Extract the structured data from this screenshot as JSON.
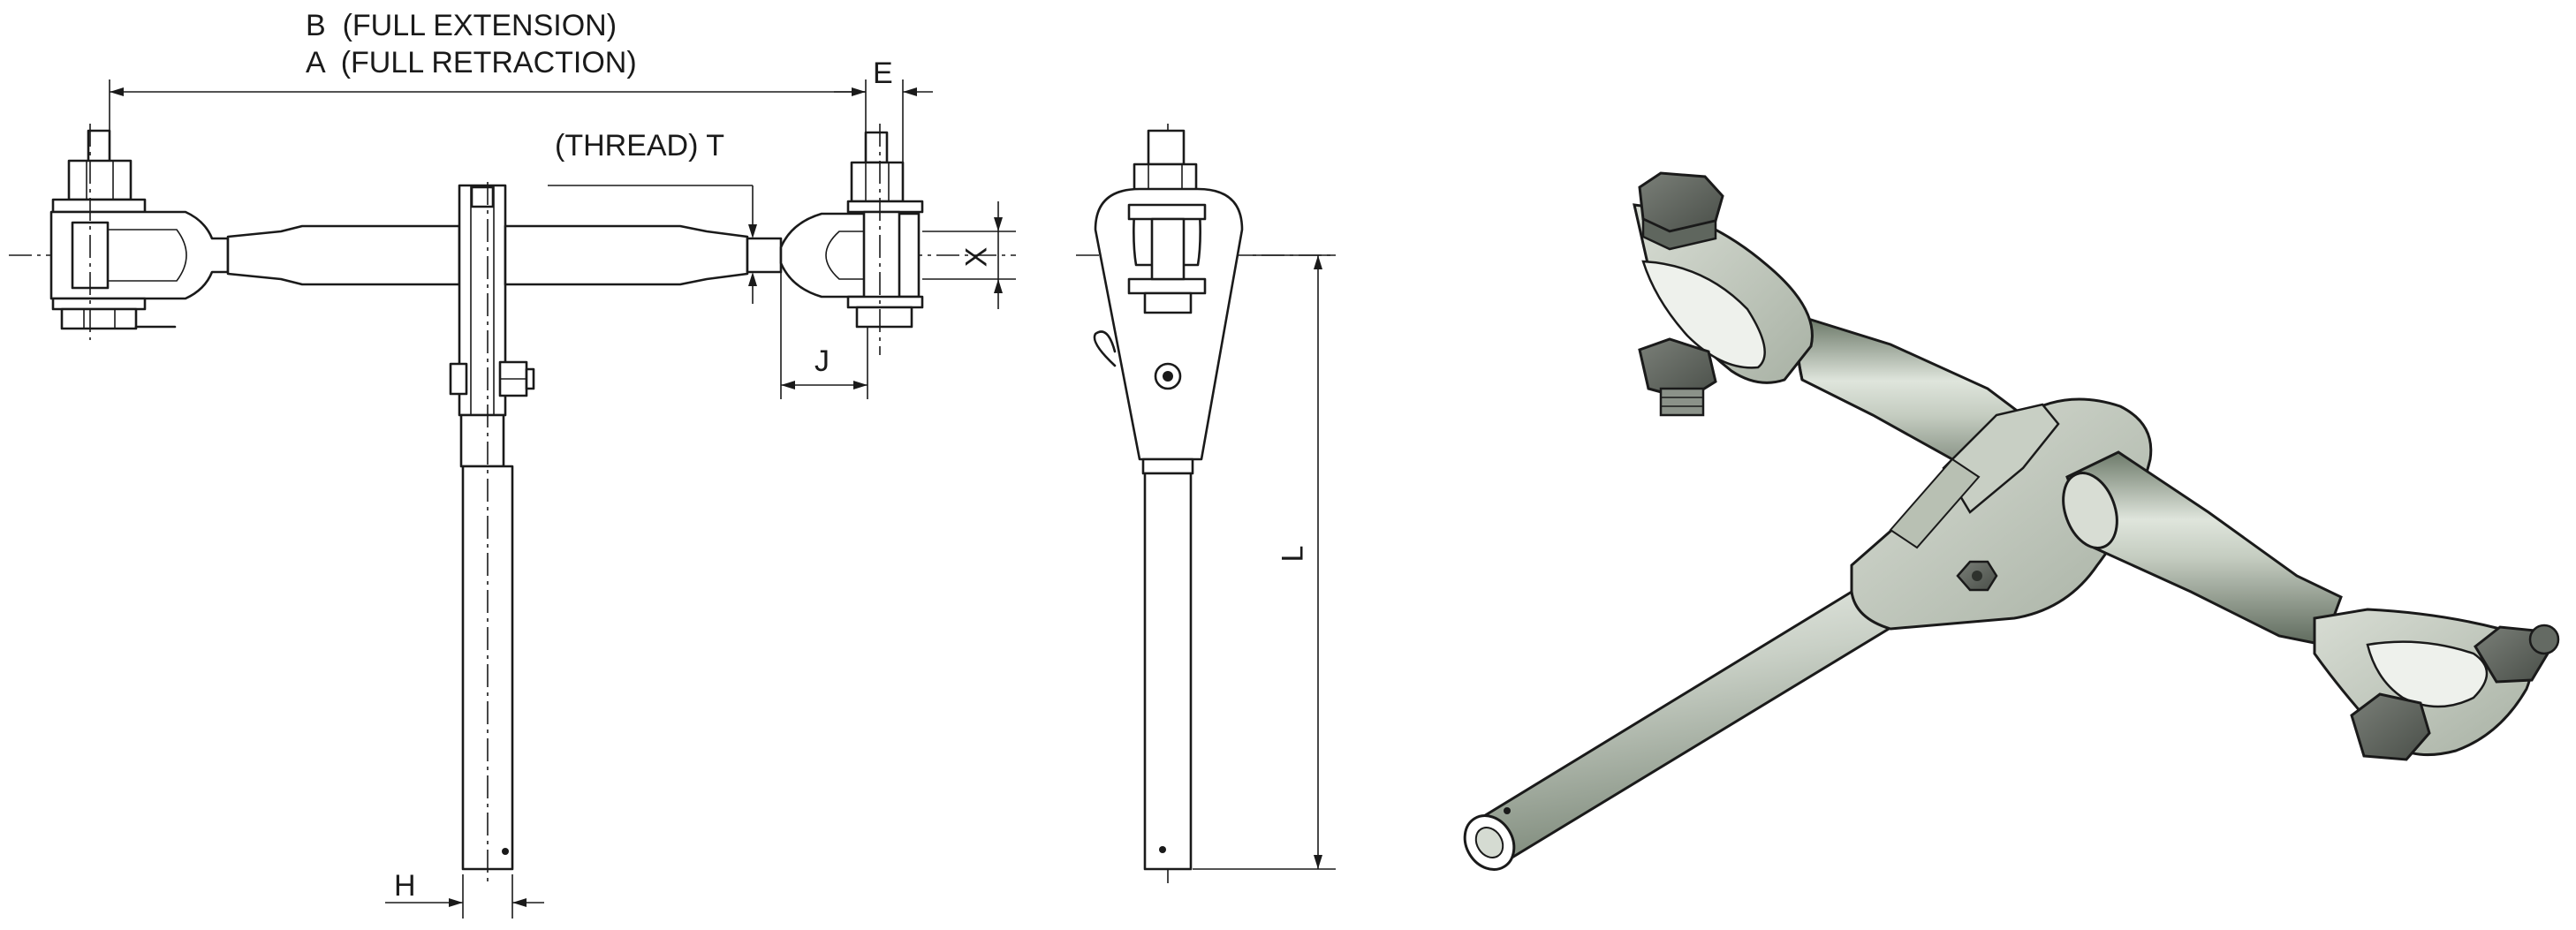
{
  "labels": {
    "b": "B  (FULL EXTENSION)",
    "a": "A  (FULL RETRACTION)",
    "e": "E",
    "thread": "(THREAD) T",
    "x": "X",
    "j": "J",
    "l": "L",
    "h": "H"
  }
}
